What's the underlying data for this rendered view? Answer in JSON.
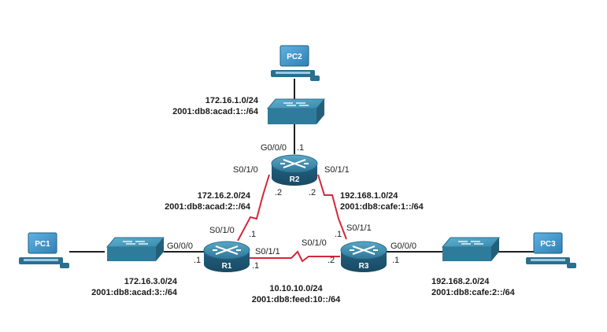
{
  "colors": {
    "ethernet": "#1f1f1f",
    "serial": "#d6263a",
    "device_blue": "#2a6f8f",
    "device_light": "#4d9ab8",
    "pc_screen": "#3a8fc4"
  },
  "devices": {
    "pc1": "PC1",
    "pc2": "PC2",
    "pc3": "PC3",
    "r1": "R1",
    "r2": "R2",
    "r3": "R3"
  },
  "networks": {
    "lan_pc2": {
      "ipv4": "172.16.1.0/24",
      "ipv6": "2001:db8:acad:1::/64"
    },
    "r1_r2": {
      "ipv4": "172.16.2.0/24",
      "ipv6": "2001:db8:acad:2::/64"
    },
    "r2_r3": {
      "ipv4": "192.168.1.0/24",
      "ipv6": "2001:db8:cafe:1::/64"
    },
    "lan_pc1": {
      "ipv4": "172.16.3.0/24",
      "ipv6": "2001:db8:acad:3::/64"
    },
    "r1_r3": {
      "ipv4": "10.10.10.0/24",
      "ipv6": "2001:db8:feed:10::/64"
    },
    "lan_pc3": {
      "ipv4": "192.168.2.0/24",
      "ipv6": "2001:db8:cafe:2::/64"
    }
  },
  "interfaces": {
    "r2_g000": "G0/0/0",
    "r2_g000_host": ".1",
    "r2_s010": "S0/1/0",
    "r2_s011": "S0/1/1",
    "r2_s010_host": ".2",
    "r2_s011_host": ".2",
    "r1_g000": "G0/0/0",
    "r1_g000_host": ".1",
    "r1_s010": "S0/1/0",
    "r1_s010_host": ".1",
    "r1_s011": "S0/1/1",
    "r1_s011_host": ".1",
    "r3_s010": "S0/1/0",
    "r3_s010_host": ".2",
    "r3_s011": "S0/1/1",
    "r3_s011_host": ".1",
    "r3_g000": "G0/0/0",
    "r3_g000_host": ".1"
  }
}
